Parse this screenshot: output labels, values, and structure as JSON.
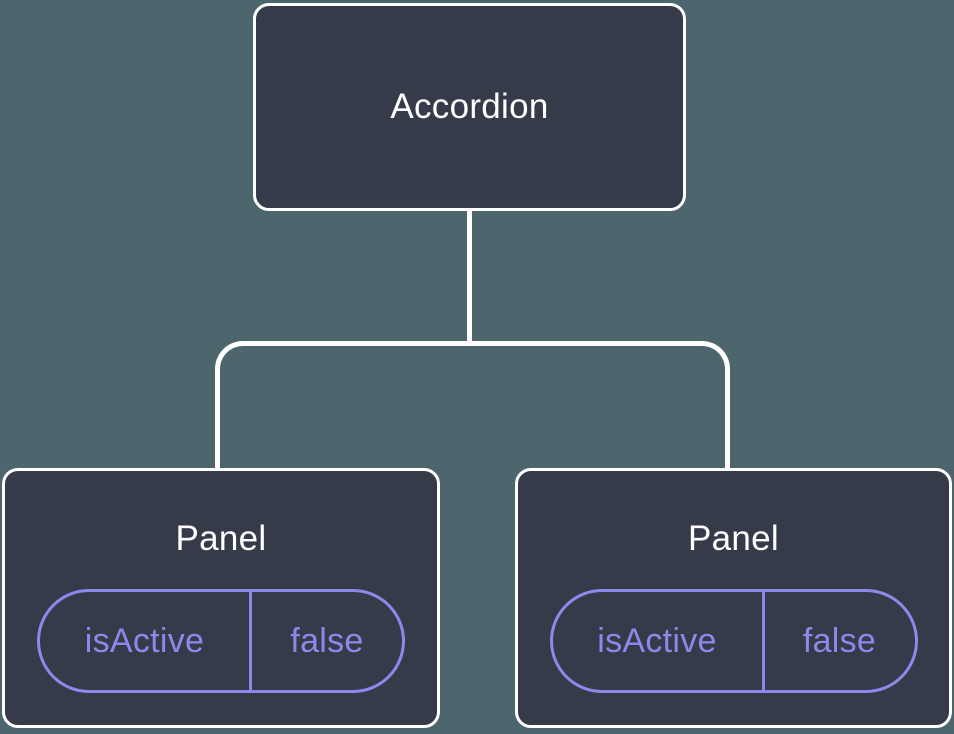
{
  "diagram": {
    "root": {
      "label": "Accordion"
    },
    "children": [
      {
        "label": "Panel",
        "props": [
          {
            "name": "isActive",
            "value": "false"
          }
        ]
      },
      {
        "label": "Panel",
        "props": [
          {
            "name": "isActive",
            "value": "false"
          }
        ]
      }
    ]
  },
  "colors": {
    "bg": "#4D666D",
    "node-fill": "#353B48",
    "node-border": "#FFFFFF",
    "text-light": "#FFFFFF",
    "accent-purple": "#8B8AEC"
  }
}
